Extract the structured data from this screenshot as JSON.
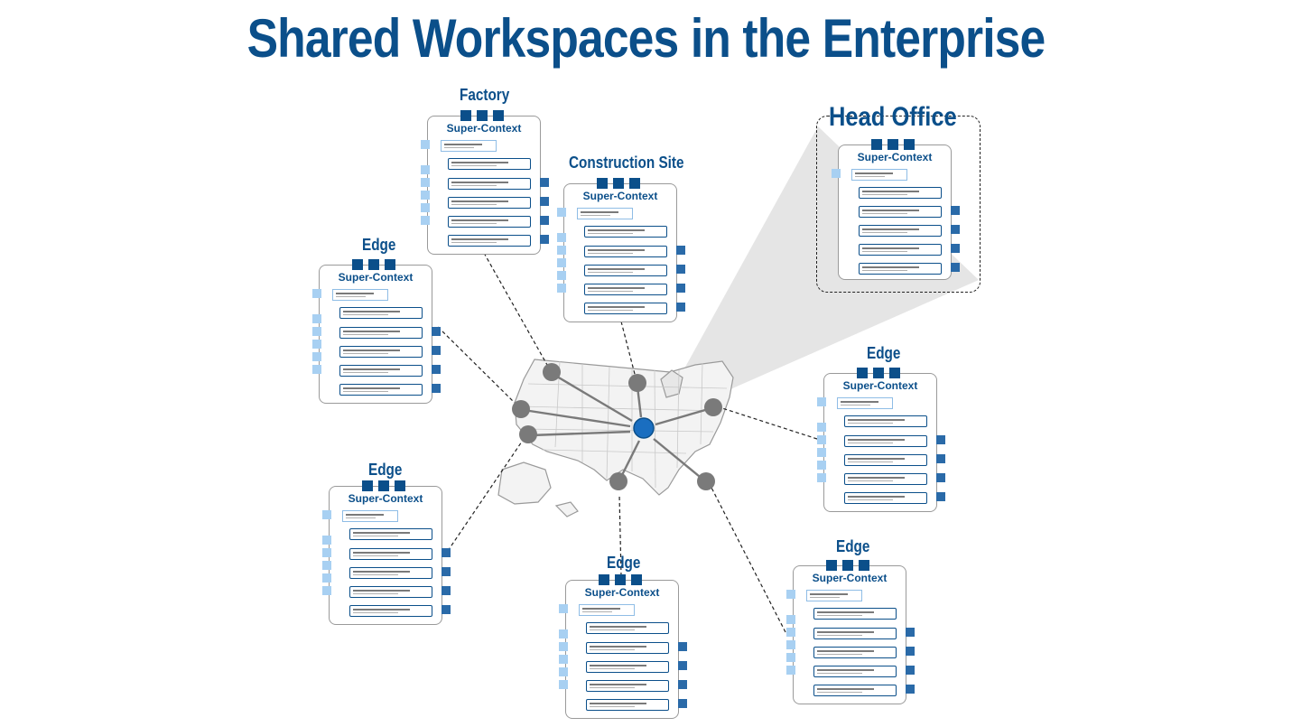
{
  "title": "Shared Workspaces in the Enterprise",
  "colors": {
    "primary": "#0b4f8a",
    "hub": "#1a6ec0",
    "edge_node": "#7a7a7a",
    "light_square": "#a8d0f2",
    "dark_square": "#2a6aa8"
  },
  "card_heading": "Super-Context",
  "nodes": [
    {
      "label": "Factory",
      "role": "Factory"
    },
    {
      "label": "Construction Site",
      "role": "Construction"
    },
    {
      "label": "Head Office",
      "role": "Head"
    },
    {
      "label": "Edge",
      "role": "edge-left-top"
    },
    {
      "label": "Edge",
      "role": "edge-right"
    },
    {
      "label": "Edge",
      "role": "edge-left-bottom"
    },
    {
      "label": "Edge",
      "role": "edge-bottom"
    },
    {
      "label": "Edge",
      "role": "edge-bottom-right"
    }
  ]
}
